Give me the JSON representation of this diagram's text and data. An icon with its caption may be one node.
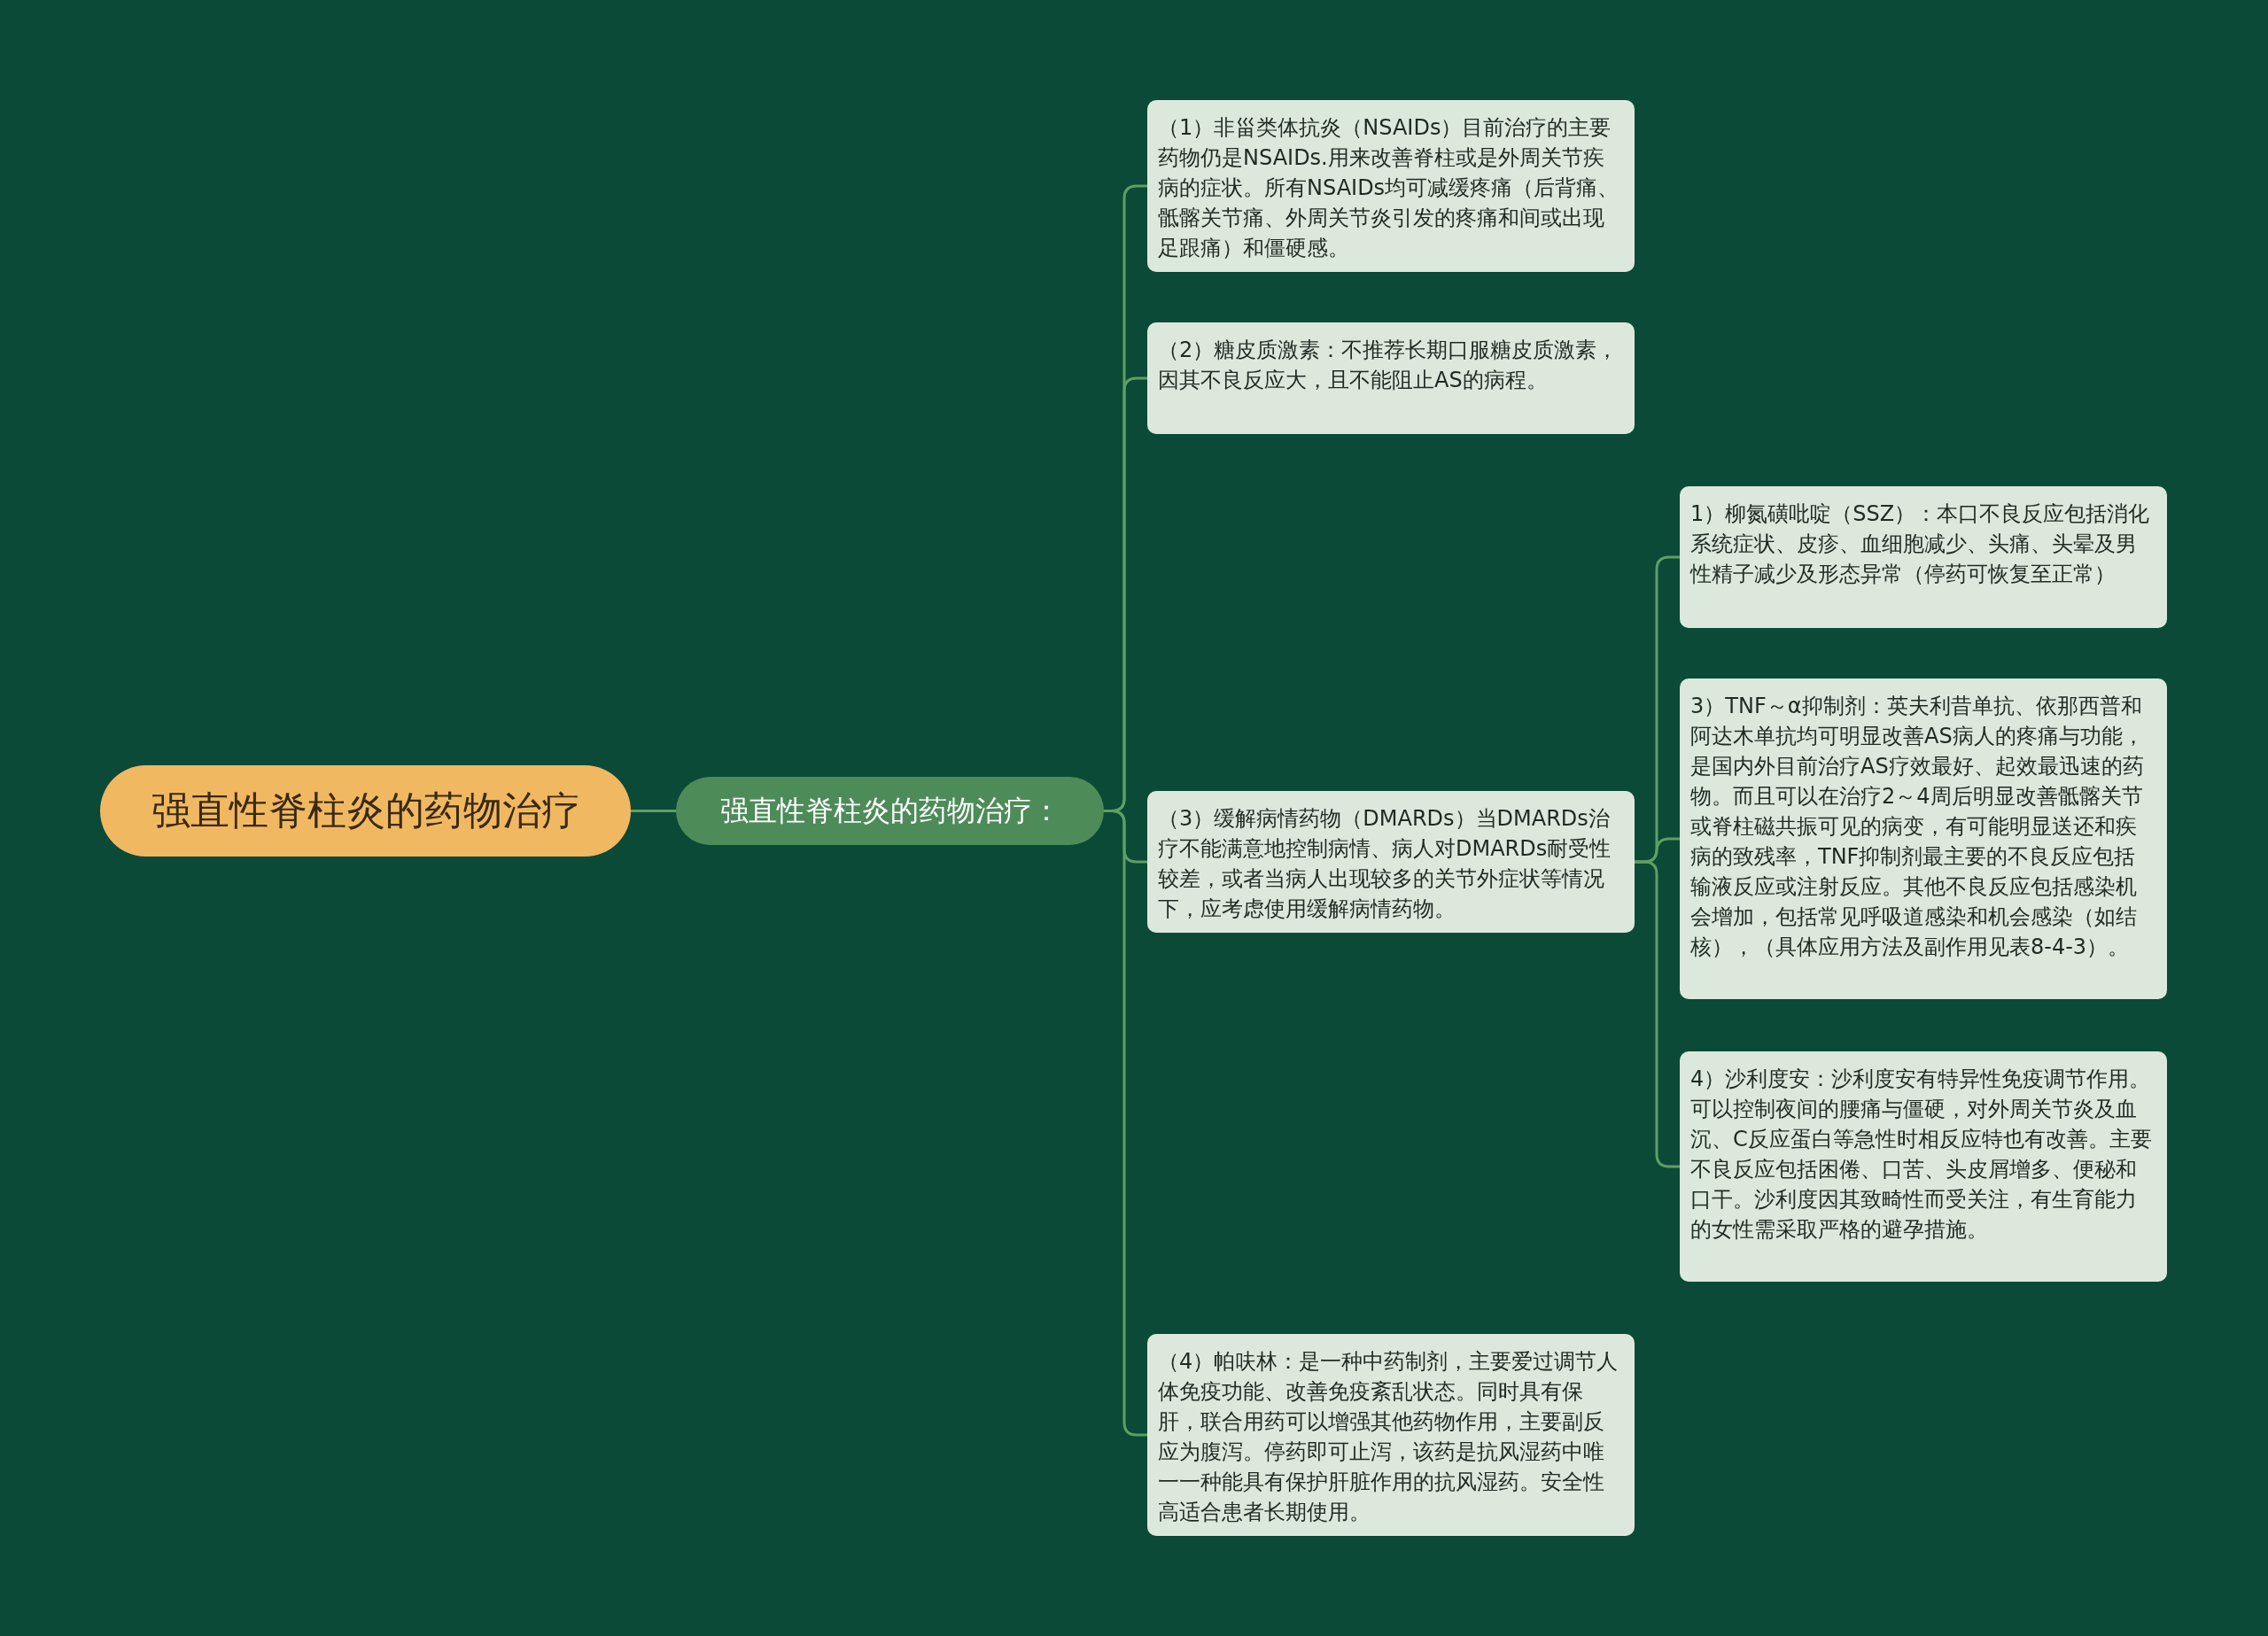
{
  "diagram": {
    "nodes": [
      {
        "text": [
          "强直性脊柱炎的药物治疗"
        ]
      },
      {
        "text": [
          "强直性脊柱炎的药物治疗："
        ]
      },
      {
        "text": [
          "（1）非甾类体抗炎（NSAIDs）目前治疗的主要药物仍是NSAIDs.用来改善脊柱或是外周关节疾病的症状。所有NSAIDs均可减缓疼痛（后背痛、骶髂关节痛、外周关节炎引发的疼痛和间或出现足跟痛）和僵硬感。"
        ]
      },
      {
        "text": [
          "（2）糖皮质激素：不推荐长期口服糖皮质激素，因其不良反应大，且不能阻止AS的病程。"
        ]
      },
      {
        "text": [
          "（3）缓解病情药物（DMARDs）当DMARDs治疗不能满意地控制病情、病人对DMARDs耐受性较差，或者当病人出现较多的关节外症状等情况下，应考虑使用缓解病情药物。"
        ]
      },
      {
        "text": [
          "1）柳氮磺吡啶（SSZ）：本口不良反应包括消化系统症状、皮疹、血细胞减少、头痛、头晕及男性精子减少及形态异常（停药可恢复至正常）"
        ]
      },
      {
        "text": [
          "3）TNF～α抑制剂：英夫利昔单抗、依那西普和阿达木单抗均可明显改善AS病人的疼痛与功能，是国内外目前治疗AS疗效最好、起效最迅速的药物。而且可以在治疗2～4周后明显改善骶髂关节或脊柱磁共振可见的病变，有可能明显送还和疾病的致残率，TNF抑制剂最主要的不良反应包括输液反应或注射反应。其他不良反应包括感染机会增加，包括常见呼吸道感染和机会感染（如结核），（具体应用方法及副作用见表8-4-3）。"
        ]
      },
      {
        "text": [
          "4）沙利度安：沙利度安有特异性免疫调节作用。可以控制夜间的腰痛与僵硬，对外周关节炎及血沉、C反应蛋白等急性时相反应特也有改善。主要不良反应包括困倦、口苦、头皮屑增多、便秘和口干。沙利度因其致畸性而受关注，有生育能力的女性需采取严格的避孕措施。"
        ]
      },
      {
        "text": [
          "（4）帕呋林：是一种中药制剂，主要爱过调节人体免疫功能、改善免疫紊乱状态。同时具有保肝，联合用药可以增强其他药物作用，主要副反应为腹泻。停药即可止泻，该药是抗风湿药中唯一一种能具有保护肝脏作用的抗风湿药。安全性高适合患者长期使用。"
        ]
      }
    ],
    "edges": [
      {
        "from": 0,
        "to": 1,
        "arrow": "none"
      },
      {
        "from": 1,
        "to": 2,
        "arrow": "none"
      },
      {
        "from": 1,
        "to": 3,
        "arrow": "none"
      },
      {
        "from": 1,
        "to": 4,
        "arrow": "none"
      },
      {
        "from": 1,
        "to": 8,
        "arrow": "none"
      },
      {
        "from": 4,
        "to": 5,
        "arrow": "none"
      },
      {
        "from": 4,
        "to": 6,
        "arrow": "none"
      },
      {
        "from": 4,
        "to": 7,
        "arrow": "none"
      }
    ]
  }
}
